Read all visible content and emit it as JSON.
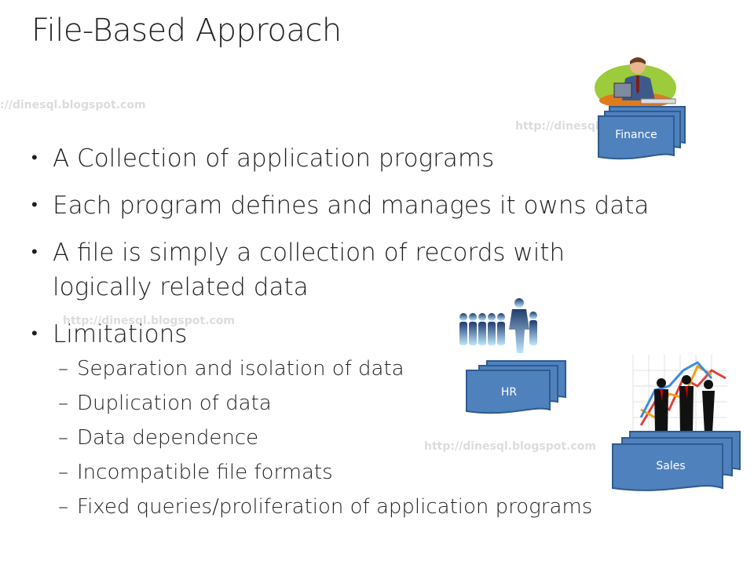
{
  "slide": {
    "title": "File-Based Approach",
    "bullets": [
      {
        "text": "A Collection of application programs"
      },
      {
        "text": "Each program defines and manages it owns data"
      },
      {
        "text": "A file is simply a collection of records with",
        "text2": "logically related data"
      },
      {
        "text": "Limitations"
      }
    ],
    "sub_bullets": [
      "Separation and isolation of data",
      "Duplication of data",
      "Data dependence",
      "Incompatible file formats",
      "Fixed queries/proliferation of application programs"
    ],
    "bullet_glyph": "•",
    "dash_glyph": "–"
  },
  "watermarks": {
    "w1": "://dinesql.blogspot.com",
    "w2": "http://dinesql.",
    "w3": "http://dinesql.blogspot.com",
    "w4": "http://dinesql.blogspot.com"
  },
  "departments": {
    "finance": "Finance",
    "hr": "HR",
    "sales": "Sales"
  },
  "colors": {
    "doc_fill": "#4f81bd",
    "doc_stroke": "#2f5b8f"
  }
}
